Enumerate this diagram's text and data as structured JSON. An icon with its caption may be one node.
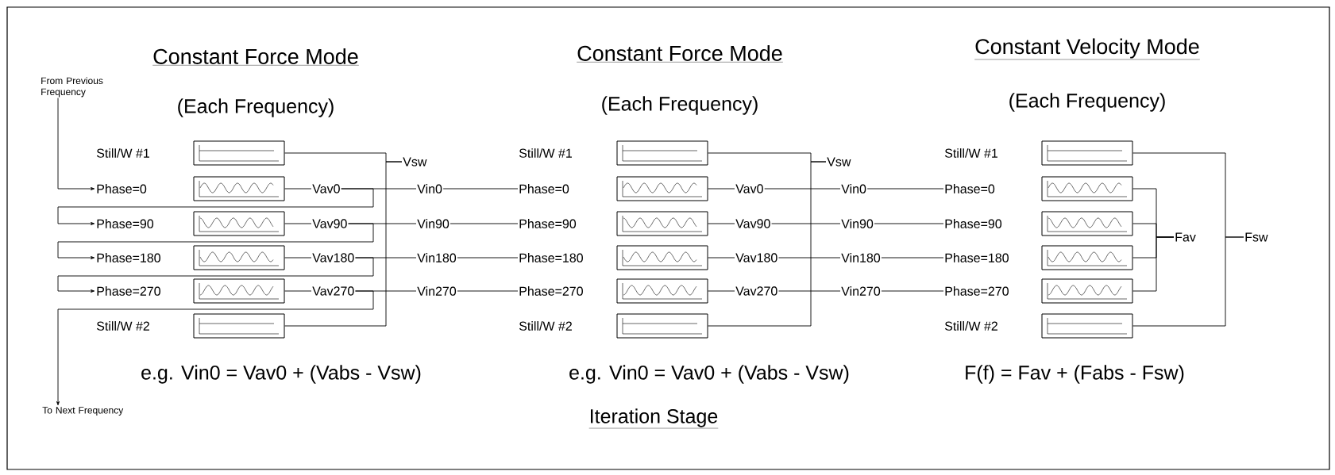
{
  "diagram": {
    "nodes": [
      {
        "text": [
          "From Previous Frequency"
        ]
      },
      {
        "text": [
          "Still/W #1"
        ]
      },
      {
        "text": [],
        "shape": "picture"
      },
      {
        "text": [
          "Phase=0"
        ]
      },
      {
        "text": [],
        "shape": "picture"
      },
      {
        "text": [
          "Vav0"
        ]
      },
      {
        "text": [
          "Phase=90"
        ]
      },
      {
        "text": [],
        "shape": "picture"
      },
      {
        "text": [
          "Vav90"
        ]
      },
      {
        "text": [
          "Phase=180"
        ]
      },
      {
        "text": [],
        "shape": "picture"
      },
      {
        "text": [
          "Vav180"
        ]
      },
      {
        "text": [
          "Phase=270"
        ]
      },
      {
        "text": [],
        "shape": "picture"
      },
      {
        "text": [
          "Vav270"
        ]
      },
      {
        "text": [
          "Still/W #2"
        ]
      },
      {
        "text": [],
        "shape": "picture"
      },
      {
        "text": [
          "Vsw"
        ]
      },
      {
        "text": [
          "Vin0"
        ]
      },
      {
        "text": [
          "Vin90"
        ]
      },
      {
        "text": [
          "Vin180"
        ]
      },
      {
        "text": [
          "Vin270"
        ]
      },
      {
        "text": [
          "To Next Frequency"
        ]
      },
      {
        "text": [
          "Still/W #1"
        ]
      },
      {
        "text": [],
        "shape": "picture"
      },
      {
        "text": [
          "Phase=0"
        ]
      },
      {
        "text": [],
        "shape": "picture"
      },
      {
        "text": [
          "Vav0"
        ]
      },
      {
        "text": [
          "Phase=90"
        ]
      },
      {
        "text": [],
        "shape": "picture"
      },
      {
        "text": [
          "Vav90"
        ]
      },
      {
        "text": [
          "Phase=180"
        ]
      },
      {
        "text": [],
        "shape": "picture"
      },
      {
        "text": [
          "Vav180"
        ]
      },
      {
        "text": [
          "Phase=270"
        ]
      },
      {
        "text": [],
        "shape": "picture"
      },
      {
        "text": [
          "Vav270"
        ]
      },
      {
        "text": [
          "Still/W #2"
        ]
      },
      {
        "text": [],
        "shape": "picture"
      },
      {
        "text": [
          "Vsw"
        ]
      },
      {
        "text": [
          "Vin0"
        ]
      },
      {
        "text": [
          "Vin90"
        ]
      },
      {
        "text": [
          "Vin180"
        ]
      },
      {
        "text": [
          "Vin270"
        ]
      },
      {
        "text": [
          "Still/W #1"
        ]
      },
      {
        "text": [],
        "shape": "picture"
      },
      {
        "text": [
          "Phase=0"
        ]
      },
      {
        "text": [],
        "shape": "picture"
      },
      {
        "text": [
          "Phase=90"
        ]
      },
      {
        "text": [],
        "shape": "picture"
      },
      {
        "text": [
          "Phase=180"
        ]
      },
      {
        "text": [],
        "shape": "picture"
      },
      {
        "text": [
          "Phase=270"
        ]
      },
      {
        "text": [],
        "shape": "picture"
      },
      {
        "text": [
          "Still/W #2"
        ]
      },
      {
        "text": [],
        "shape": "picture"
      },
      {
        "text": [
          "Fav"
        ]
      },
      {
        "text": [
          "Fsw"
        ]
      }
    ],
    "edges": [
      {
        "from": 0,
        "to": 3,
        "arrow": "to"
      },
      {
        "from": 4,
        "to": 5,
        "arrow": "none"
      },
      {
        "from": 7,
        "to": 8,
        "arrow": "none"
      },
      {
        "from": 10,
        "to": 11,
        "arrow": "none"
      },
      {
        "from": 13,
        "to": 14,
        "arrow": "none"
      },
      {
        "from": 5,
        "to": 6,
        "arrow": "to"
      },
      {
        "from": 8,
        "to": 9,
        "arrow": "to"
      },
      {
        "from": 11,
        "to": 12,
        "arrow": "to"
      },
      {
        "from": 14,
        "to": 22,
        "arrow": "to"
      },
      {
        "from": 5,
        "to": 18,
        "arrow": "none"
      },
      {
        "from": 8,
        "to": 19,
        "arrow": "none"
      },
      {
        "from": 11,
        "to": 20,
        "arrow": "none"
      },
      {
        "from": 14,
        "to": 21,
        "arrow": "none"
      },
      {
        "from": 2,
        "to": 17,
        "arrow": "none"
      },
      {
        "from": 16,
        "to": 17,
        "arrow": "none"
      },
      {
        "from": 18,
        "to": 25,
        "arrow": "none"
      },
      {
        "from": 19,
        "to": 28,
        "arrow": "none"
      },
      {
        "from": 20,
        "to": 31,
        "arrow": "none"
      },
      {
        "from": 21,
        "to": 34,
        "arrow": "none"
      },
      {
        "from": 26,
        "to": 27,
        "arrow": "none"
      },
      {
        "from": 29,
        "to": 30,
        "arrow": "none"
      },
      {
        "from": 32,
        "to": 33,
        "arrow": "none"
      },
      {
        "from": 35,
        "to": 36,
        "arrow": "none"
      },
      {
        "from": 27,
        "to": 40,
        "arrow": "none"
      },
      {
        "from": 30,
        "to": 41,
        "arrow": "none"
      },
      {
        "from": 33,
        "to": 42,
        "arrow": "none"
      },
      {
        "from": 36,
        "to": 43,
        "arrow": "none"
      },
      {
        "from": 24,
        "to": 39,
        "arrow": "none"
      },
      {
        "from": 38,
        "to": 39,
        "arrow": "none"
      },
      {
        "from": 40,
        "to": 46,
        "arrow": "none"
      },
      {
        "from": 41,
        "to": 48,
        "arrow": "none"
      },
      {
        "from": 42,
        "to": 50,
        "arrow": "none"
      },
      {
        "from": 43,
        "to": 52,
        "arrow": "none"
      },
      {
        "from": 47,
        "to": 56,
        "arrow": "none"
      },
      {
        "from": 49,
        "to": 56,
        "arrow": "none"
      },
      {
        "from": 51,
        "to": 56,
        "arrow": "none"
      },
      {
        "from": 53,
        "to": 56,
        "arrow": "none"
      },
      {
        "from": 45,
        "to": 57,
        "arrow": "none"
      },
      {
        "from": 55,
        "to": 57,
        "arrow": "none"
      }
    ],
    "labels": [
      "Constant Force Mode",
      "Constant Force Mode",
      "Constant Velocity Mode",
      "(Each Frequency)",
      "(Each Frequency)",
      "(Each Frequency)",
      "e.g. Vin0 = Vav0 + (Vabs - Vsw)",
      "e.g. Vin0 = Vav0 + (Vabs - Vsw)",
      "F(f) = Fav + (Fabs - Fsw)",
      "Iteration Stage"
    ]
  }
}
